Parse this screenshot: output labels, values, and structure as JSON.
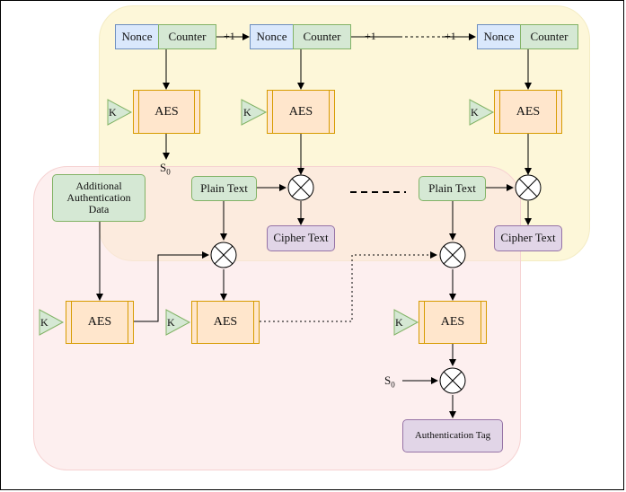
{
  "labels": {
    "nonce": "Nonce",
    "counter": "Counter",
    "aes": "AES",
    "key": "K",
    "plus_one": "+1",
    "plain_text": "Plain Text",
    "cipher_text": "Cipher Text",
    "additional_data": "Additional Authentication Data",
    "auth_tag": "Authentication Tag",
    "s0": "S",
    "s0_sub": "0",
    "dashes": "- - - - -"
  },
  "colors": {
    "nonce_fill": "#dae8fc",
    "counter_fill": "#d5e8d4",
    "aes_fill": "#ffe6cc",
    "cipher_fill": "#e1d5e7",
    "encryption_region": "#fdf6d2",
    "authentication_region": "#fce2e2"
  }
}
